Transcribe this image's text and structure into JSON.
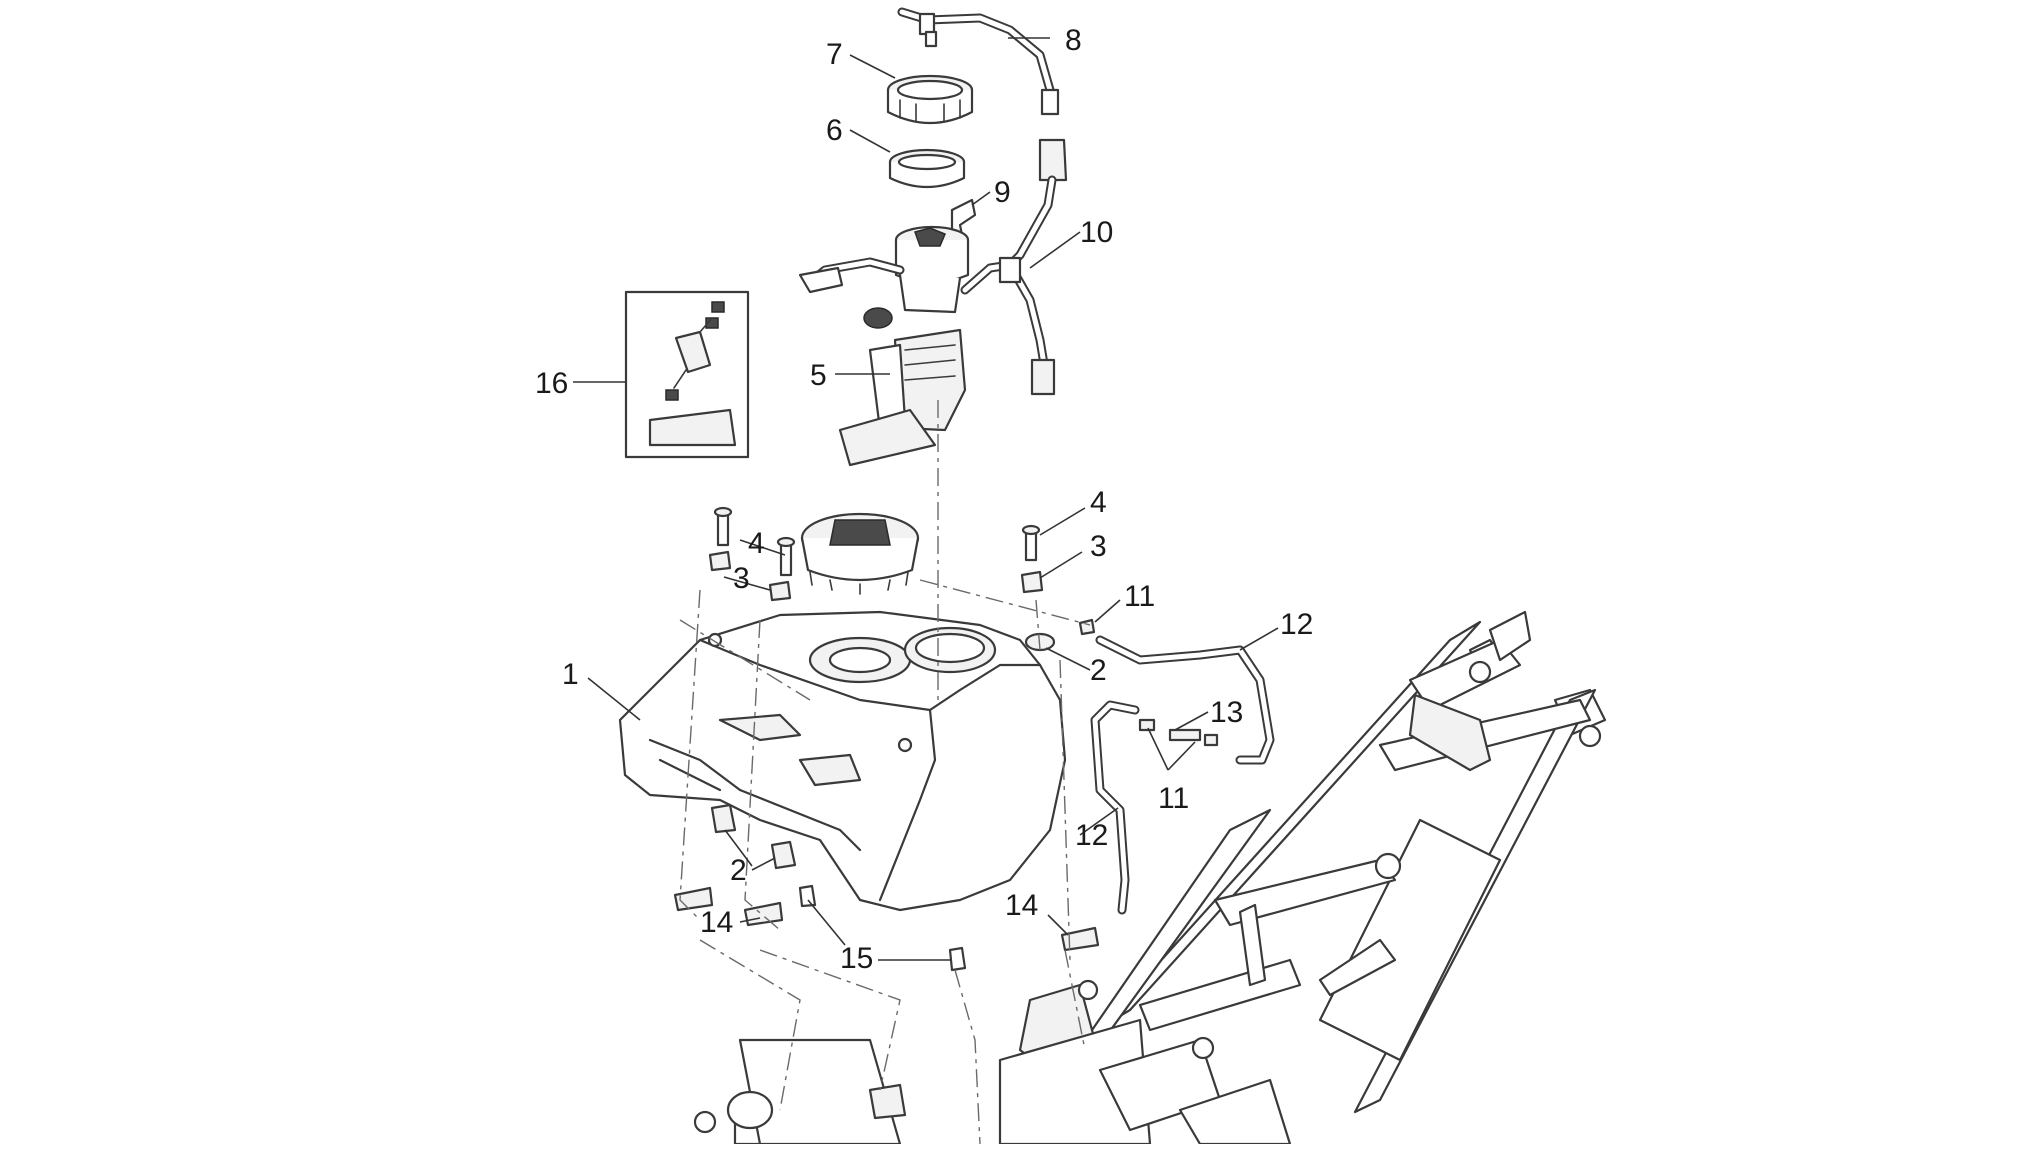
{
  "diagram": {
    "callouts": [
      {
        "id": "c7",
        "text": "7"
      },
      {
        "id": "c8",
        "text": "8"
      },
      {
        "id": "c6",
        "text": "6"
      },
      {
        "id": "c9",
        "text": "9"
      },
      {
        "id": "c10",
        "text": "10"
      },
      {
        "id": "c16",
        "text": "16"
      },
      {
        "id": "c5",
        "text": "5"
      },
      {
        "id": "c4a",
        "text": "4"
      },
      {
        "id": "c4b",
        "text": "4"
      },
      {
        "id": "c3a",
        "text": "3"
      },
      {
        "id": "c3b",
        "text": "3"
      },
      {
        "id": "c11a",
        "text": "11"
      },
      {
        "id": "c12a",
        "text": "12"
      },
      {
        "id": "c2a",
        "text": "2"
      },
      {
        "id": "c1",
        "text": "1"
      },
      {
        "id": "c13",
        "text": "13"
      },
      {
        "id": "c11b",
        "text": "11"
      },
      {
        "id": "c12b",
        "text": "12"
      },
      {
        "id": "c2b",
        "text": "2"
      },
      {
        "id": "c14a",
        "text": "14"
      },
      {
        "id": "c14b",
        "text": "14"
      },
      {
        "id": "c15",
        "text": "15"
      }
    ]
  }
}
